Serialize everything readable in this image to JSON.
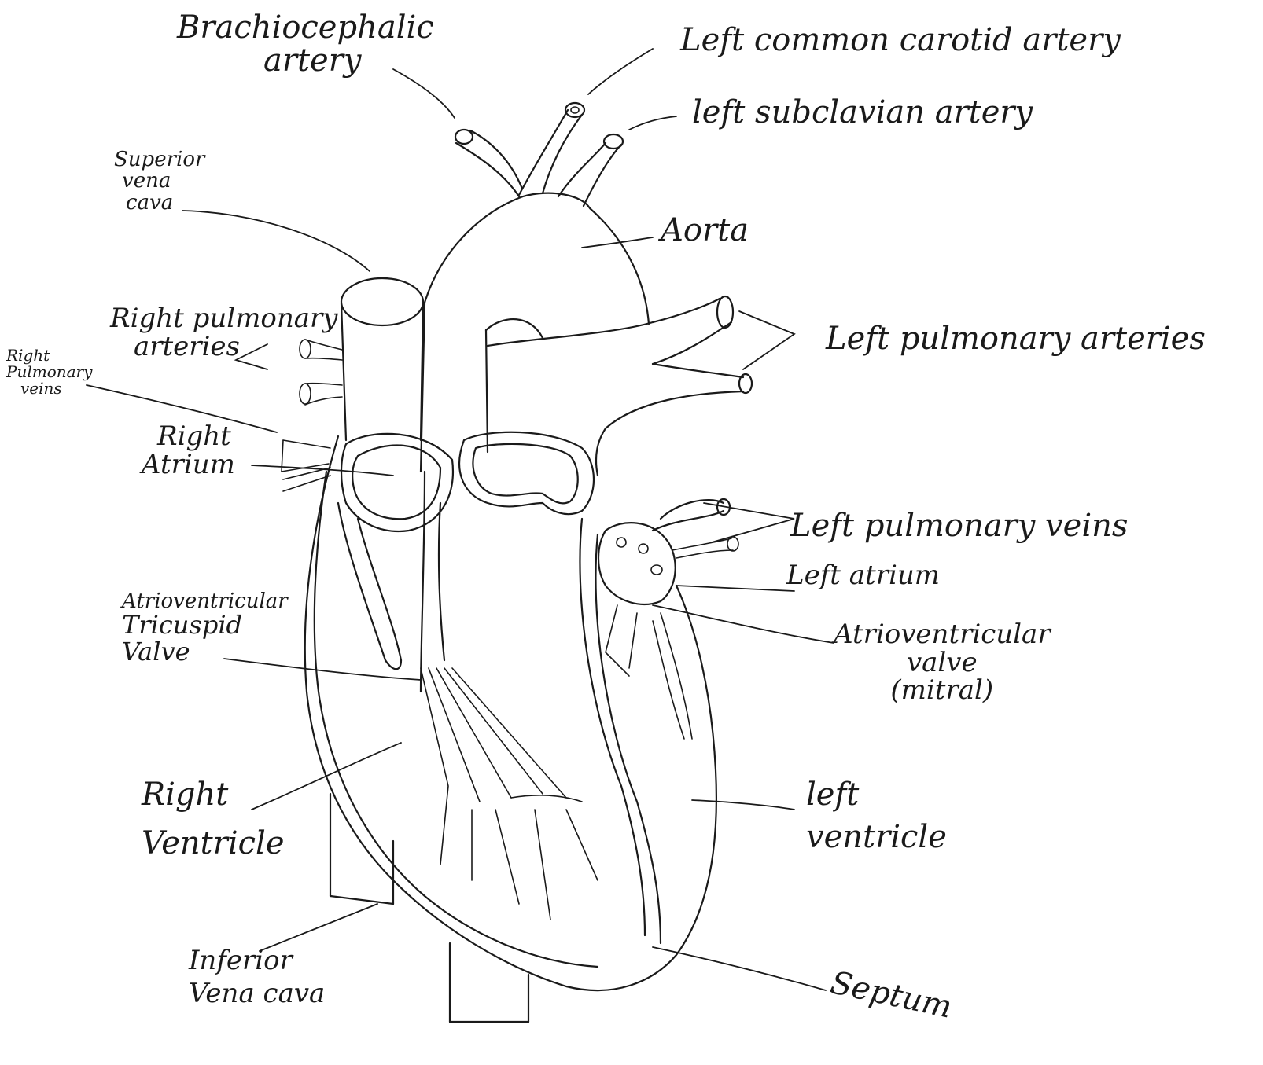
{
  "labels": {
    "brachiocephalic_line1": "Brachiocephalic",
    "brachiocephalic_line2": "artery",
    "left_common_carotid": "Left common carotid artery",
    "left_subclavian": "left subclavian artery",
    "superior_vena_cava_line1": "Superior",
    "superior_vena_cava_line2": "vena",
    "superior_vena_cava_line3": "cava",
    "aorta": "Aorta",
    "right_pulmonary_arteries_line1": "Right pulmonary",
    "right_pulmonary_arteries_line2": "arteries",
    "right_pulmonary_veins_line1": "Right",
    "right_pulmonary_veins_line2": "Pulmonary",
    "right_pulmonary_veins_line3": "veins",
    "left_pulmonary_arteries": "Left pulmonary arteries",
    "right_atrium_line1": "Right",
    "right_atrium_line2": "Atrium",
    "left_pulmonary_veins": "Left pulmonary veins",
    "left_atrium": "Left atrium",
    "tricuspid_line1": "Atrioventricular",
    "tricuspid_line2": "Tricuspid",
    "tricuspid_line3": "Valve",
    "mitral_line1": "Atrioventricular",
    "mitral_line2": "valve",
    "mitral_line3": "(mitral)",
    "right_ventricle_line1": "Right",
    "right_ventricle_line2": "Ventricle",
    "left_ventricle_line1": "left",
    "left_ventricle_line2": "ventricle",
    "inferior_vena_cava_line1": "Inferior",
    "inferior_vena_cava_line2": "Vena cava",
    "septum": "Septum"
  }
}
